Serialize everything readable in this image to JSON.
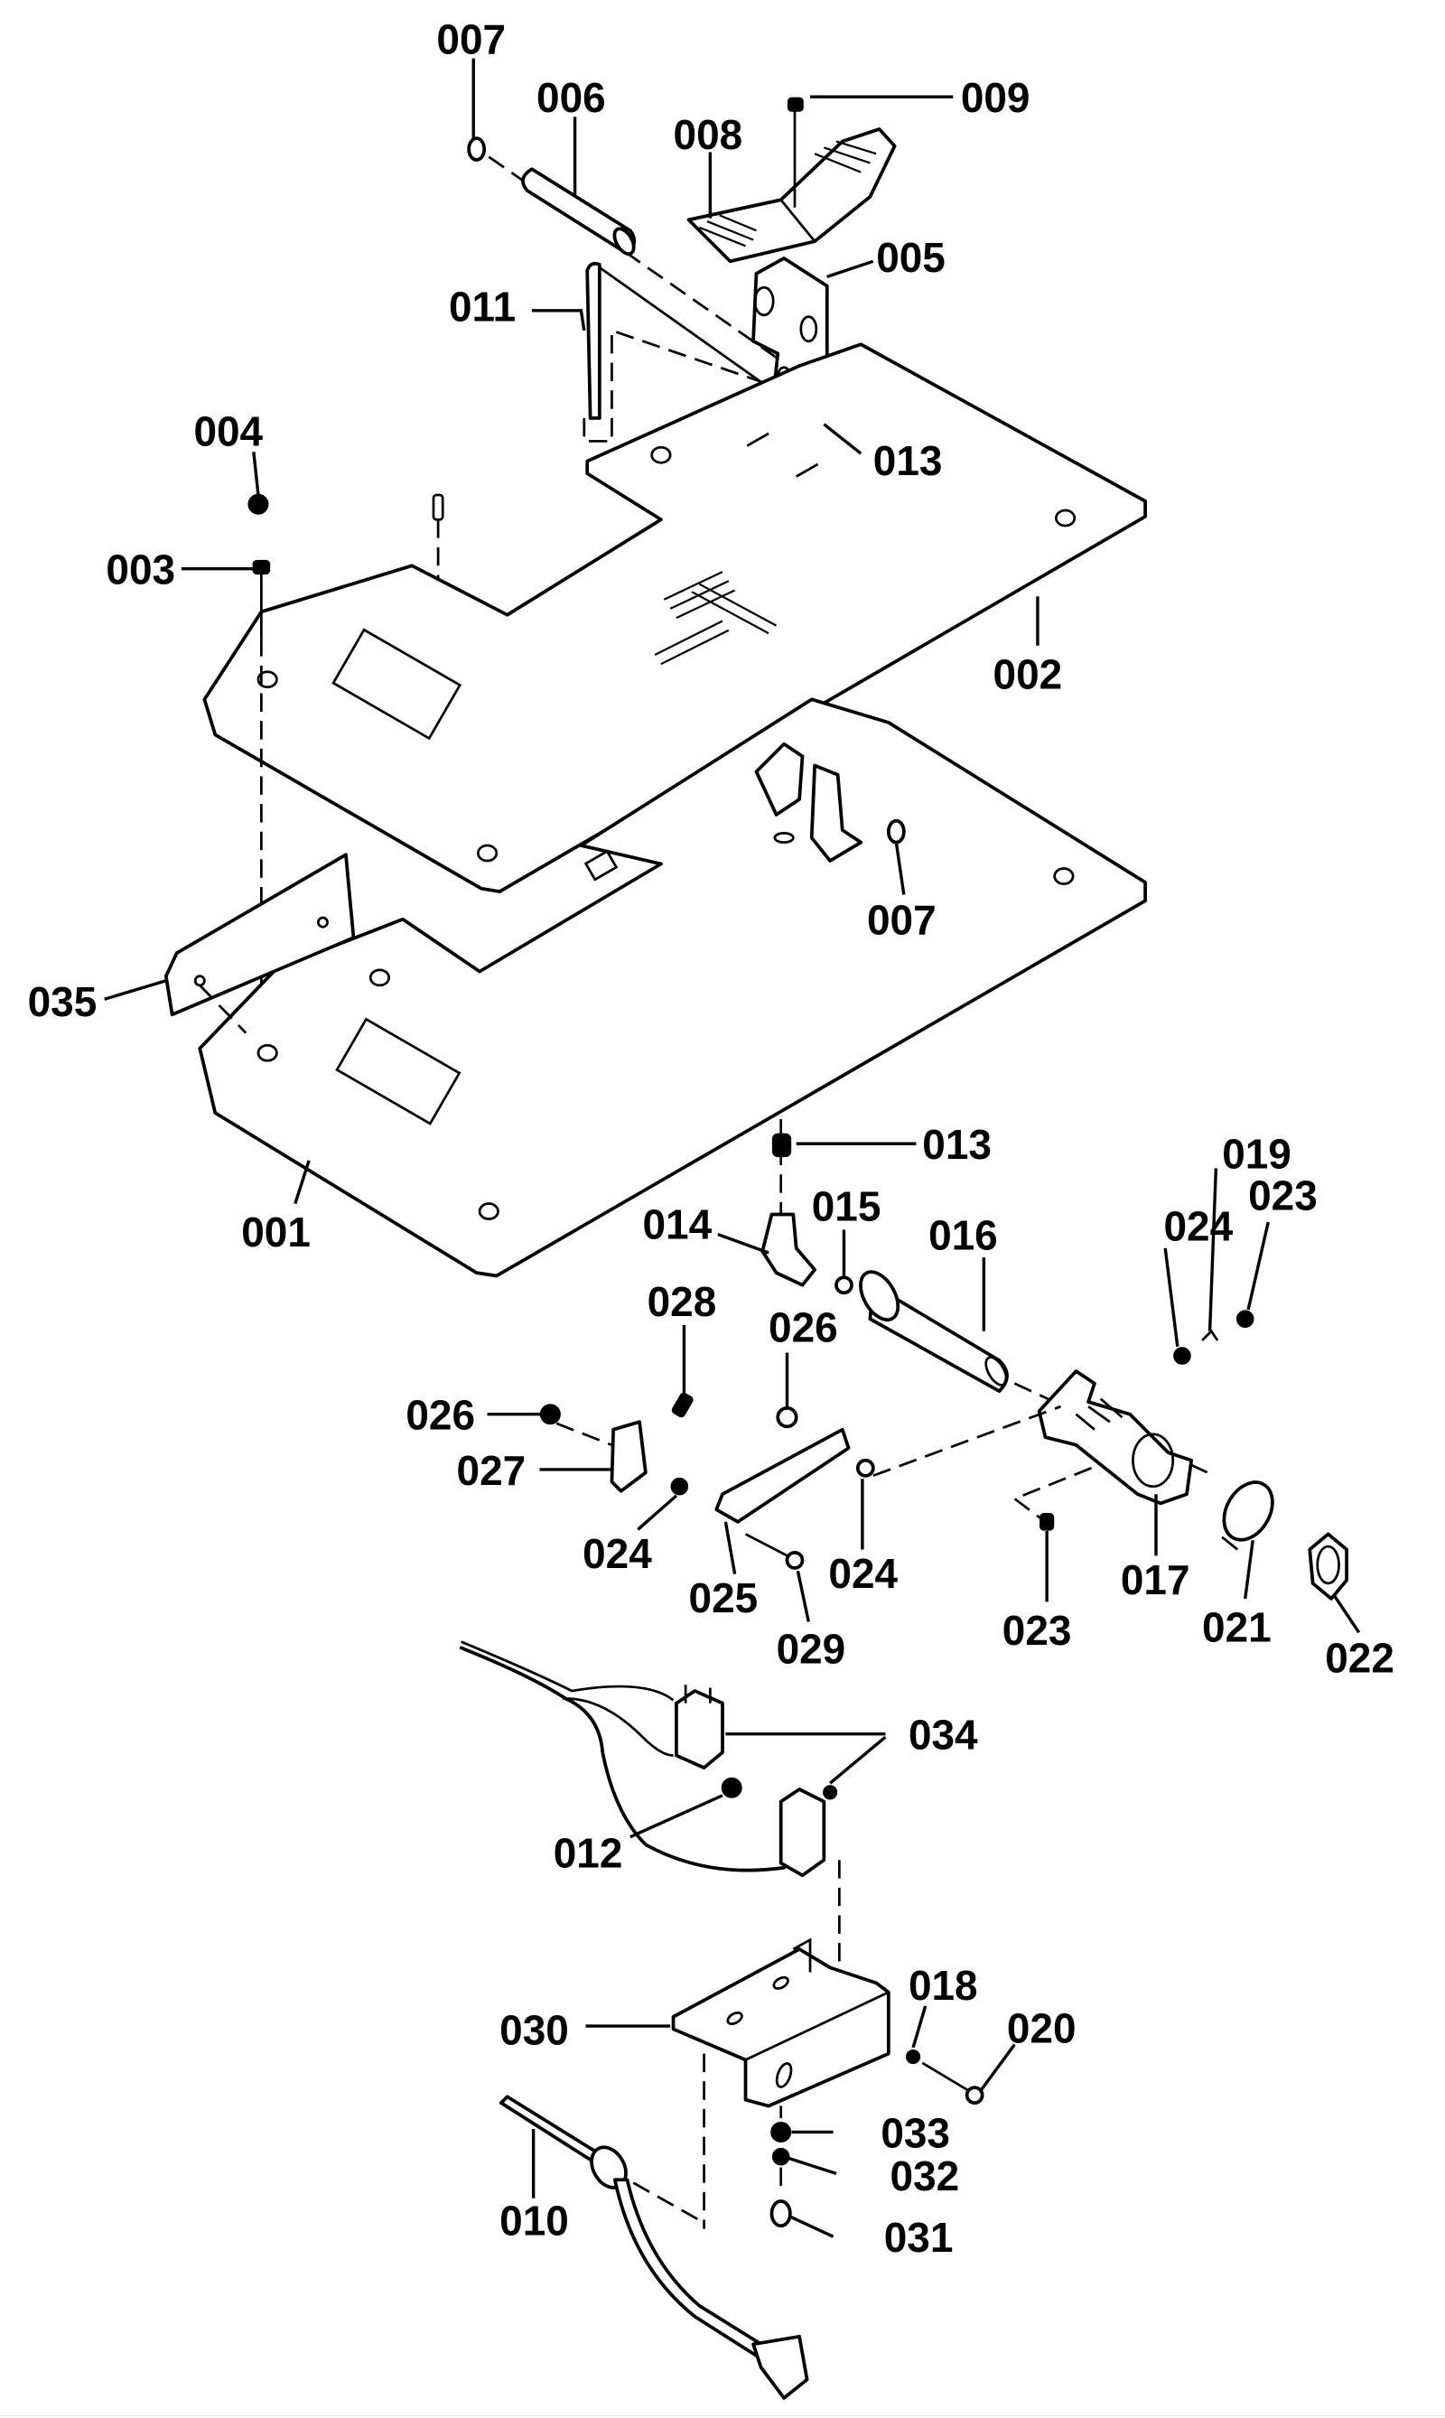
{
  "diagram": {
    "type": "exploded-parts-view",
    "subject": "foot pedal / platform assembly",
    "background": "#ffffff",
    "line_color": "#000000"
  },
  "callouts": [
    {
      "id": "c007a",
      "label": "007"
    },
    {
      "id": "c006",
      "label": "006"
    },
    {
      "id": "c008",
      "label": "008"
    },
    {
      "id": "c009",
      "label": "009"
    },
    {
      "id": "c005",
      "label": "005"
    },
    {
      "id": "c011",
      "label": "011"
    },
    {
      "id": "c004",
      "label": "004"
    },
    {
      "id": "c013a",
      "label": "013"
    },
    {
      "id": "c003",
      "label": "003"
    },
    {
      "id": "c002",
      "label": "002"
    },
    {
      "id": "c007b",
      "label": "007"
    },
    {
      "id": "c035",
      "label": "035"
    },
    {
      "id": "c001",
      "label": "001"
    },
    {
      "id": "c013b",
      "label": "013"
    },
    {
      "id": "c014",
      "label": "014"
    },
    {
      "id": "c015",
      "label": "015"
    },
    {
      "id": "c016",
      "label": "016"
    },
    {
      "id": "c019",
      "label": "019"
    },
    {
      "id": "c023a",
      "label": "023"
    },
    {
      "id": "c024a",
      "label": "024"
    },
    {
      "id": "c028",
      "label": "028"
    },
    {
      "id": "c026a",
      "label": "026"
    },
    {
      "id": "c026b",
      "label": "026"
    },
    {
      "id": "c027",
      "label": "027"
    },
    {
      "id": "c024b",
      "label": "024"
    },
    {
      "id": "c025",
      "label": "025"
    },
    {
      "id": "c024c",
      "label": "024"
    },
    {
      "id": "c029",
      "label": "029"
    },
    {
      "id": "c023b",
      "label": "023"
    },
    {
      "id": "c017",
      "label": "017"
    },
    {
      "id": "c021",
      "label": "021"
    },
    {
      "id": "c022",
      "label": "022"
    },
    {
      "id": "c034",
      "label": "034"
    },
    {
      "id": "c012",
      "label": "012"
    },
    {
      "id": "c018",
      "label": "018"
    },
    {
      "id": "c020",
      "label": "020"
    },
    {
      "id": "c030",
      "label": "030"
    },
    {
      "id": "c033",
      "label": "033"
    },
    {
      "id": "c032",
      "label": "032"
    },
    {
      "id": "c010",
      "label": "010"
    },
    {
      "id": "c031",
      "label": "031"
    }
  ]
}
